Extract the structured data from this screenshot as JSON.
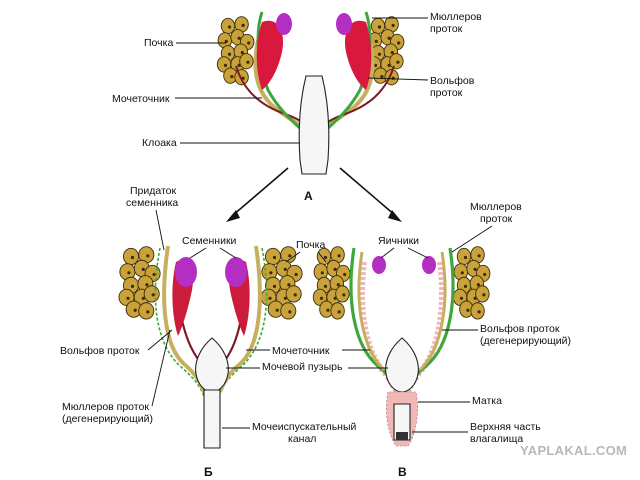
{
  "panels": {
    "a": "А",
    "b": "Б",
    "c": "В"
  },
  "labels": {
    "mullerian_duct_top": [
      "Мюллеров",
      "проток"
    ],
    "kidney_top": "Почка",
    "wolffian_duct_top": [
      "Вольфов",
      "проток"
    ],
    "ureter_top": "Мочеточник",
    "cloaca": "Клоака",
    "epididymis": [
      "Придаток",
      "семенника"
    ],
    "testes": "Семенники",
    "kidney_mid": "Почка",
    "ovaries": "Яичники",
    "mullerian_duct_right": [
      "Мюллеров",
      "проток"
    ],
    "wolffian_duct_left": "Вольфов проток",
    "ureter_mid": "Мочеточник",
    "bladder": "Мочевой пузырь",
    "wolffian_duct_degen": [
      "Вольфов проток",
      "(дегенерирующий)"
    ],
    "mullerian_duct_degen": [
      "Мюллеров проток",
      "(дегенерирующий)"
    ],
    "urethra": [
      "Мочеиспускательный",
      "канал"
    ],
    "uterus": "Матка",
    "vagina_upper": [
      "Верхняя часть",
      "влагалища"
    ]
  },
  "watermark": "YAPLAKAL.COM",
  "colors": {
    "kidney": "#c9a23a",
    "kidney_spot": "#3b2c0c",
    "gonad_top": "#d8183c",
    "gonad_male": "#cc1c3c",
    "testis": "#b52ec4",
    "ovary": "#b52ec4",
    "mullerian": "#3ea63a",
    "wolffian": "#c6b060",
    "ureter": "#7a1a24",
    "uterus_pink": "#f1b8b8",
    "cloaca_fill": "#f6f6f6"
  }
}
